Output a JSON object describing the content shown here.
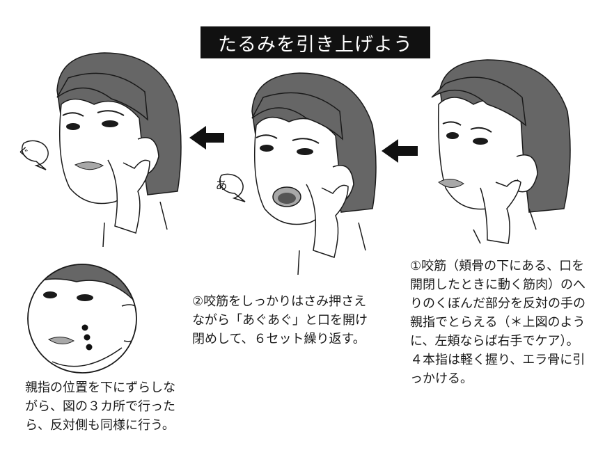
{
  "title": "たるみを引き上げよう",
  "bubbles": {
    "gu": "ぐ",
    "a": "あ"
  },
  "step1_text": "①咬筋（頬骨の下にある、口を開閉したときに動く筋肉）のへりのくぼんだ部分を反対の手の親指でとらえる（＊上図のように、左頬ならば右手でケア）。４本指は軽く握り、エラ骨に引っかける。",
  "step2_text": "②咬筋をしっかりはさみ押さえながら「あぐあぐ」と口を開け閉めして、６セット繰り返す。",
  "note_text": "親指の位置を下にずらしながら、図の３カ所で行ったら、反対側も同様に行う。",
  "colors": {
    "hair": "#666666",
    "lips": "#a8a8a8",
    "ink": "#1a1a1a",
    "title_bg": "#111111"
  }
}
